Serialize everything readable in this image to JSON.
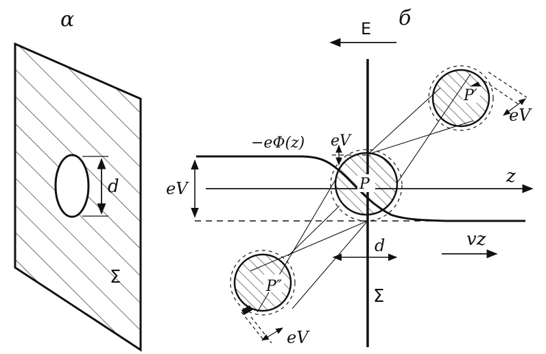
{
  "panel_a": {
    "label": "α",
    "aperture_label": "d",
    "screen_label": "Σ"
  },
  "panel_b": {
    "label": "б",
    "field_label": "E",
    "potential_label": "−eΦ(z)",
    "energy_step_label": "eV",
    "energy_gap_label_top": "eV",
    "axis_label": "z",
    "velocity_label": "vz",
    "aperture_label": "d",
    "screen_label": "Σ",
    "sphere_center_label": "P",
    "sphere_upper_label": "P′",
    "sphere_lower_label": "P″",
    "shell_upper_label": "eV",
    "shell_lower_label": "eV"
  }
}
